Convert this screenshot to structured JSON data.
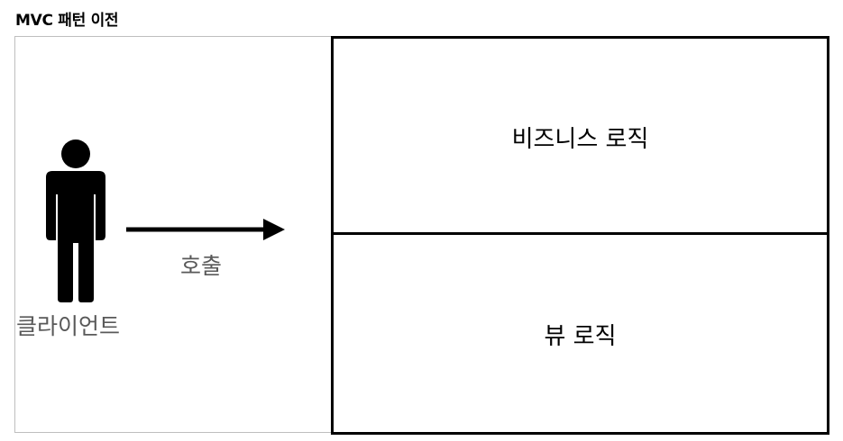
{
  "diagram": {
    "title": "MVC 패턴 이전",
    "actor_label": "클라이언트",
    "arrow_label": "호출",
    "blocks": {
      "business_logic": "비즈니스 로직",
      "view_logic": "뷰 로직"
    }
  }
}
